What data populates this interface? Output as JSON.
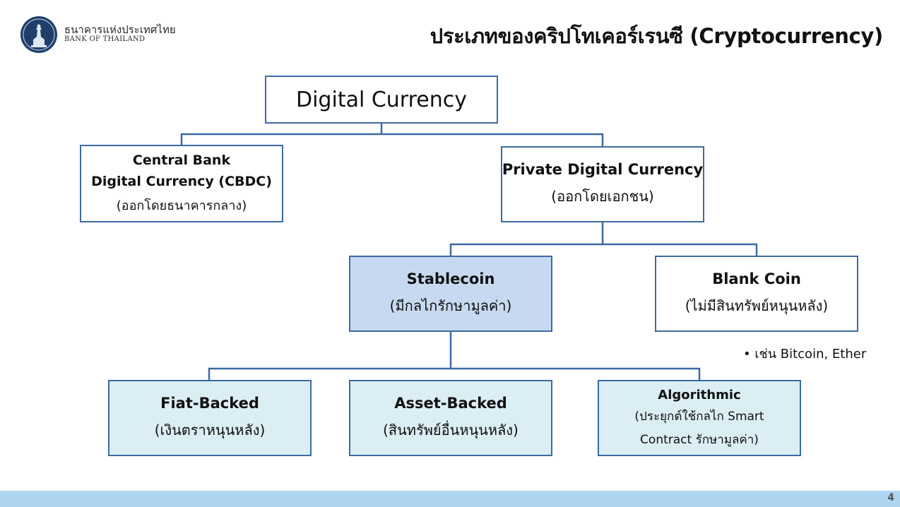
{
  "header": {
    "logo_icon": "bank-of-thailand-seal",
    "org_name_th": "ธนาคารแห่งประเทศไทย",
    "org_name_en": "BANK OF THAILAND",
    "title": "ประเภทของคริปโทเคอร์เรนซี (Cryptocurrency)"
  },
  "diagram": {
    "root": {
      "line1": "Digital Currency"
    },
    "cbdc": {
      "line1": "Central Bank",
      "line2": "Digital Currency (CBDC)",
      "line3": "(ออกโดยธนาคารกลาง)"
    },
    "private": {
      "line1": "Private Digital Currency",
      "line2": "(ออกโดยเอกชน)"
    },
    "stablecoin": {
      "line1": "Stablecoin",
      "line2": "(มีกลไกรักษามูลค่า)"
    },
    "blank_coin": {
      "line1": "Blank Coin",
      "line2": "(ไม่มีสินทรัพย์หนุนหลัง)"
    },
    "blank_coin_note": "เช่น Bitcoin, Ether",
    "fiat": {
      "line1": "Fiat-Backed",
      "line2": "(เงินตราหนุนหลัง)"
    },
    "asset": {
      "line1": "Asset-Backed",
      "line2": "(สินทรัพย์อื่นหนุนหลัง)"
    },
    "algorithmic": {
      "line1": "Algorithmic",
      "line2": "(ประยุกต์ใช้กลไก Smart",
      "line3": "Contract รักษามูลค่า)"
    }
  },
  "colors": {
    "border": "#3d6aa3",
    "stablecoin_fill": "#c6d9f0",
    "child_fill": "#dbeef4",
    "footer": "#aed4f0"
  },
  "footer": {
    "page_number": "4"
  }
}
